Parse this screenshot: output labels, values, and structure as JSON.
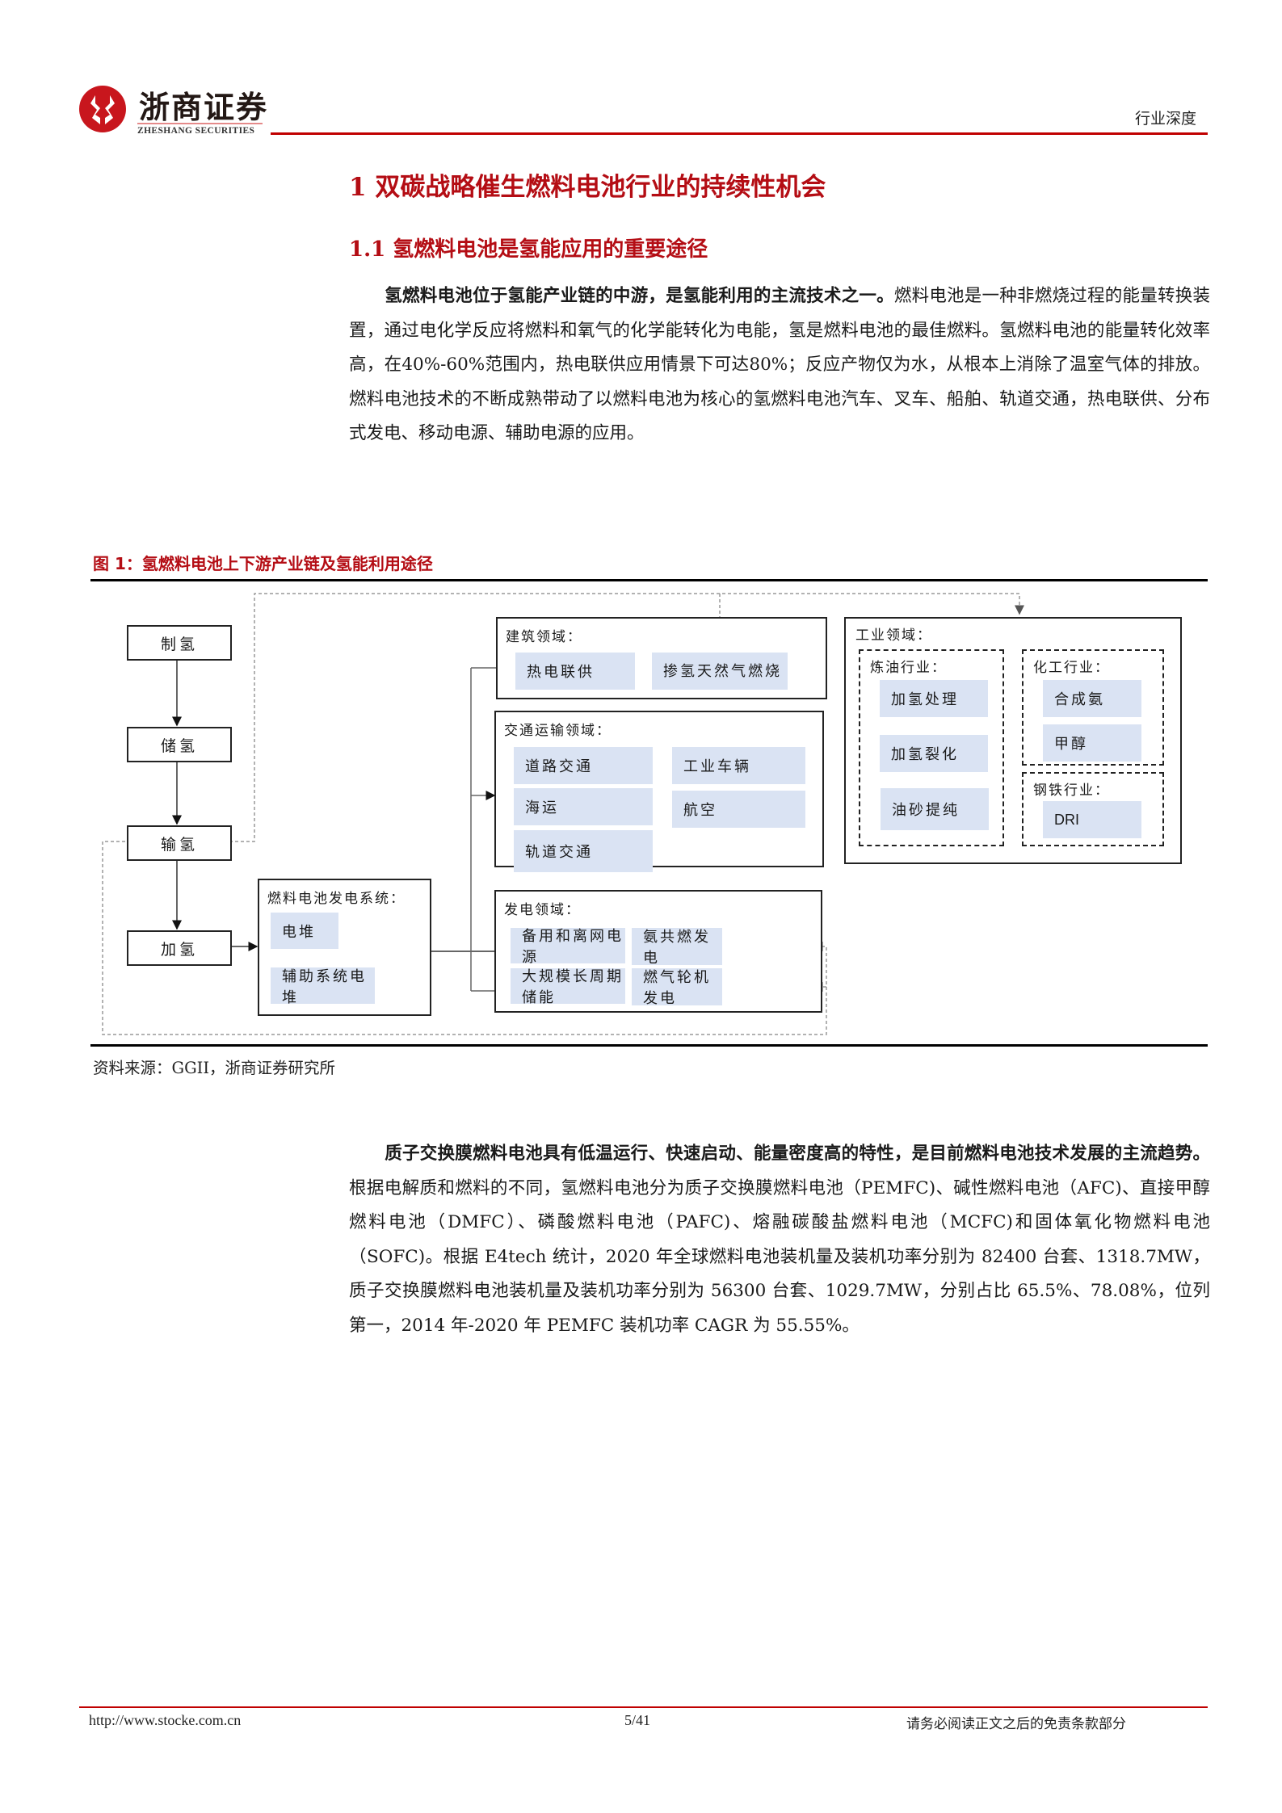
{
  "header": {
    "logo_cn": "浙商证券",
    "logo_en": "ZHESHANG SECURITIES",
    "report_type": "行业深度",
    "brand_color": "#c8161d"
  },
  "section": {
    "h1": "1 双碳战略催生燃料电池行业的持续性机会",
    "h2": "1.1 氢燃料电池是氢能应用的重要途径"
  },
  "paragraph1": {
    "bold": "氢燃料电池位于氢能产业链的中游，是氢能利用的主流技术之一。",
    "text": "燃料电池是一种非燃烧过程的能量转换装置，通过电化学反应将燃料和氧气的化学能转化为电能，氢是燃料电池的最佳燃料。氢燃料电池的能量转化效率高，在40%-60%范围内，热电联供应用情景下可达80%；反应产物仅为水，从根本上消除了温室气体的排放。燃料电池技术的不断成熟带动了以燃料电池为核心的氢燃料电池汽车、叉车、船舶、轨道交通，热电联供、分布式发电、移动电源、辅助电源的应用。"
  },
  "figure": {
    "title": "图 1：氢燃料电池上下游产业链及氢能利用途径",
    "source": "资料来源：GGII，浙商证券研究所",
    "chain": [
      "制氢",
      "储氢",
      "输氢",
      "加氢"
    ],
    "fuel_cell_system": {
      "title": "燃料电池发电系统：",
      "items": [
        "电堆",
        "辅助系统电堆"
      ]
    },
    "building": {
      "title": "建筑领域：",
      "items": [
        "热电联供",
        "掺氢天然气燃烧"
      ]
    },
    "transport": {
      "title": "交通运输领域：",
      "items": [
        "道路交通",
        "工业车辆",
        "海运",
        "航空",
        "轨道交通"
      ]
    },
    "power": {
      "title": "发电领域：",
      "items": [
        "备用和离网电源",
        "氨共燃发电",
        "大规模长周期储能",
        "燃气轮机发电"
      ]
    },
    "industry": {
      "title": "工业领域：",
      "refining": {
        "title": "炼油行业：",
        "items": [
          "加氢处理",
          "加氢裂化",
          "油砂提纯"
        ]
      },
      "chemical": {
        "title": "化工行业：",
        "items": [
          "合成氨",
          "甲醇"
        ]
      },
      "steel": {
        "title": "钢铁行业：",
        "items": [
          "DRI"
        ]
      }
    },
    "chip_color": "#dae3f3"
  },
  "paragraph2": {
    "bold": "质子交换膜燃料电池具有低温运行、快速启动、能量密度高的特性，是目前燃料电池技术发展的主流趋势。",
    "text": "根据电解质和燃料的不同，氢燃料电池分为质子交换膜燃料电池（PEMFC)、碱性燃料电池（AFC)、直接甲醇燃料电池（DMFC）、磷酸燃料电池（PAFC)、熔融碳酸盐燃料电池（MCFC)和固体氧化物燃料电池（SOFC)。根据 E4tech 统计，2020 年全球燃料电池装机量及装机功率分别为 82400 台套、1318.7MW，质子交换膜燃料电池装机量及装机功率分别为 56300 台套、1029.7MW，分别占比 65.5%、78.08%，位列第一，2014 年-2020 年 PEMFC 装机功率 CAGR 为 55.55%。"
  },
  "footer": {
    "url": "http://www.stocke.com.cn",
    "page": "5/41",
    "disclaimer": "请务必阅读正文之后的免责条款部分",
    "rule_color": "#c00000"
  }
}
